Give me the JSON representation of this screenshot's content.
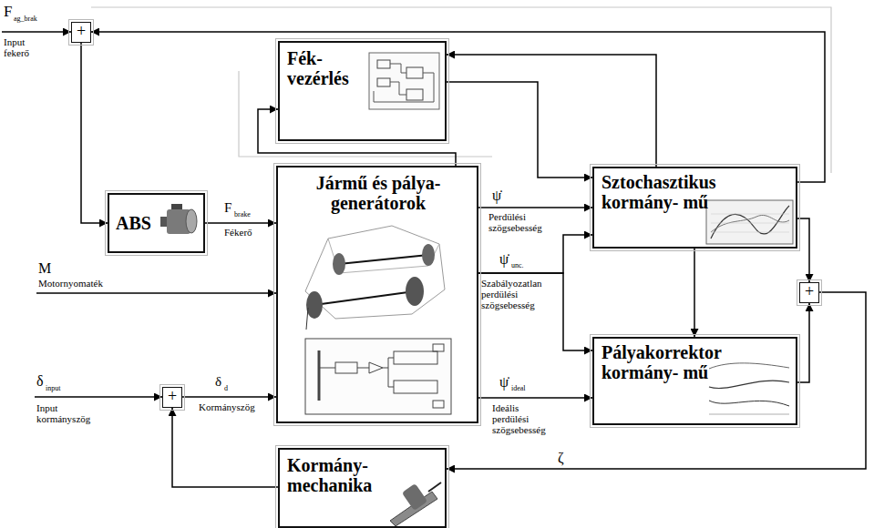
{
  "diagram": {
    "nodes": [
      {
        "text": [
          "+"
        ]
      },
      {
        "text": [
          "Fék- vezérlés"
        ]
      },
      {
        "text": [
          "ABS"
        ]
      },
      {
        "text": [
          "Jármű és pálya- generátorok"
        ]
      },
      {
        "text": [
          "Sztochasztikus kormány- mű"
        ]
      },
      {
        "text": [
          "+"
        ]
      },
      {
        "text": [
          "+"
        ]
      },
      {
        "text": [
          "Pályakorrektor kormány- mű"
        ]
      },
      {
        "text": [
          "Kormány- mechanika"
        ]
      }
    ],
    "edges": [
      {
        "from": 0,
        "to": 2,
        "arrow": "to"
      },
      {
        "from": 2,
        "to": 3,
        "arrow": "to"
      },
      {
        "from": 6,
        "to": 3,
        "arrow": "to"
      },
      {
        "from": 8,
        "to": 6,
        "arrow": "to"
      },
      {
        "from": 3,
        "to": 4,
        "arrow": "to"
      },
      {
        "from": 3,
        "to": 4,
        "arrow": "to"
      },
      {
        "from": 3,
        "to": 7,
        "arrow": "to"
      },
      {
        "from": 3,
        "to": 7,
        "arrow": "to"
      },
      {
        "from": 4,
        "to": 7,
        "arrow": "to"
      },
      {
        "from": 4,
        "to": 5,
        "arrow": "to"
      },
      {
        "from": 7,
        "to": 5,
        "arrow": "to"
      },
      {
        "from": 5,
        "to": 8,
        "arrow": "to"
      },
      {
        "from": 4,
        "to": 0,
        "arrow": "to"
      },
      {
        "from": 1,
        "to": 4,
        "arrow": "to"
      },
      {
        "from": 3,
        "to": 1,
        "arrow": "to"
      },
      {
        "from": 4,
        "to": 1,
        "arrow": "to"
      }
    ],
    "labels": [
      "F",
      "ag_brak",
      "Input fekerő",
      "F",
      "brake",
      "Fékerő",
      "M",
      "Motornyomaték",
      "δ",
      "input",
      "Input kormányszög",
      "δ",
      "d",
      "Kormányszög",
      "ψ̇",
      "Perdülési szögsebesség",
      "ψ̇",
      "unc.",
      "Szabályozatlan perdülési szögsebesség",
      "ψ̇",
      "ideal",
      "Ideális perdülési szögsebesség",
      "ζ"
    ]
  }
}
